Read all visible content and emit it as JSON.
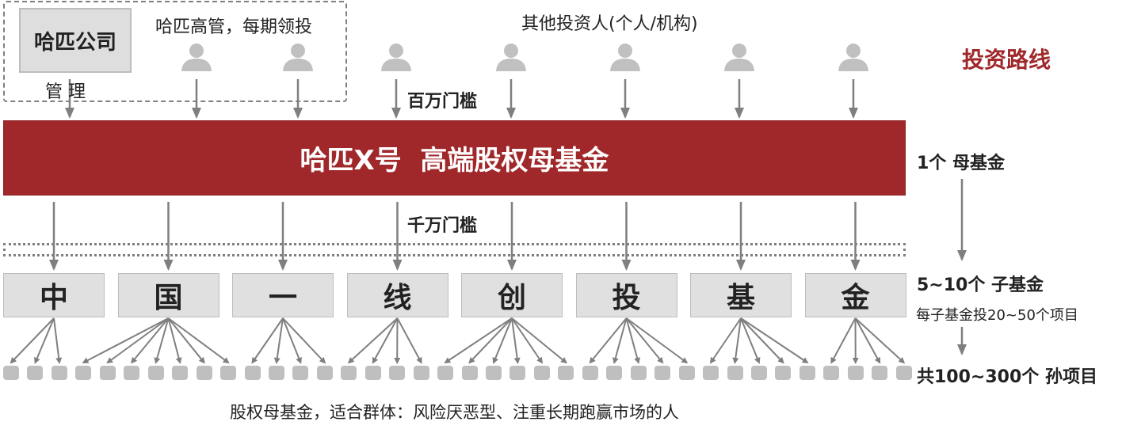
{
  "top": {
    "company": "哈匹公司",
    "manage_label": "管 理",
    "executives_label": "哈匹高管，每期领投",
    "other_investors_label": "其他投资人(个人/机构)",
    "threshold_million": "百万门槛",
    "threshold_ten_million": "千万门槛"
  },
  "banner": {
    "title": "哈匹X号  高端股权母基金"
  },
  "sub_funds": [
    "中",
    "国",
    "一",
    "线",
    "创",
    "投",
    "基",
    "金"
  ],
  "projects_per_fund": [
    3,
    7,
    4,
    4,
    6,
    5,
    5,
    4
  ],
  "investor_icon_count": 7,
  "right": {
    "heading": "投资路线",
    "level1": "1个 母基金",
    "level2": "5~10个 子基金",
    "level2_note": "每子基金投20~50个项目",
    "level3": "共100~300个 孙项目"
  },
  "caption": "股权母基金，适合群体：风险厌恶型、注重长期跑赢市场的人",
  "colors": {
    "brand_red": "#a0282a",
    "arrow_gray": "#7f7f7f",
    "box_gray": "#e0e0e0",
    "project_gray": "#bfbfbf"
  }
}
